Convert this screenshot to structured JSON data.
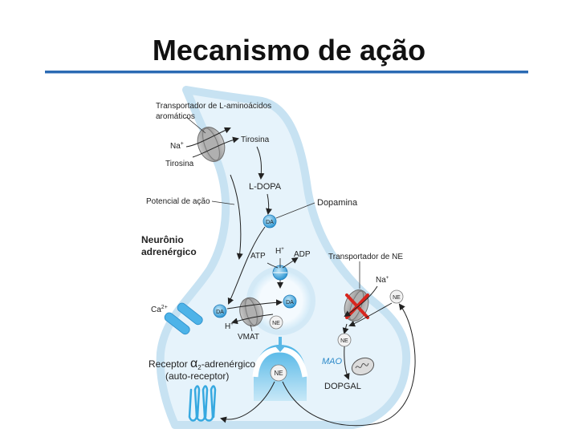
{
  "slide": {
    "title": "Mecanismo de ação"
  },
  "diagram": {
    "labels": {
      "transporter_aa_line1": "Transportador de L-aminoácidos",
      "transporter_aa_line2": "aromáticos",
      "na_top": "Na",
      "na_top_sup": "+",
      "tirosina_in": "Tirosina",
      "tirosina_out": "Tirosina",
      "l_dopa": "L-DOPA",
      "dopamina": "Dopamina",
      "potencial": "Potencial de ação",
      "neuron_line1": "Neurônio",
      "neuron_line2": "adrenérgico",
      "atp": "ATP",
      "h_plus_top": "H",
      "h_sup": "+",
      "adp": "ADP",
      "transportador_ne": "Transportador de NE",
      "na_right": "Na",
      "na_right_sup": "+",
      "ca": "Ca",
      "ca_sup": "2+",
      "da": "DA",
      "ne": "NE",
      "h_plus_vmat": "H",
      "vmat": "VMAT",
      "mao": "MAO",
      "dopgal": "DOPGAL",
      "receptor_line1_pre": "Receptor ",
      "receptor_alpha": "α",
      "receptor_sub": "2",
      "receptor_line1_post": "-adrenérgico",
      "receptor_line2": "(auto-receptor)"
    },
    "colors": {
      "neuron_fill": "#e6f3fb",
      "neuron_edge": "#c4e0f1",
      "molecule_blue": "#3ea7e0",
      "transporter_gray": "#9a9a9a",
      "block_red": "#d8261f",
      "title_rule": "#2a6ab3"
    }
  }
}
